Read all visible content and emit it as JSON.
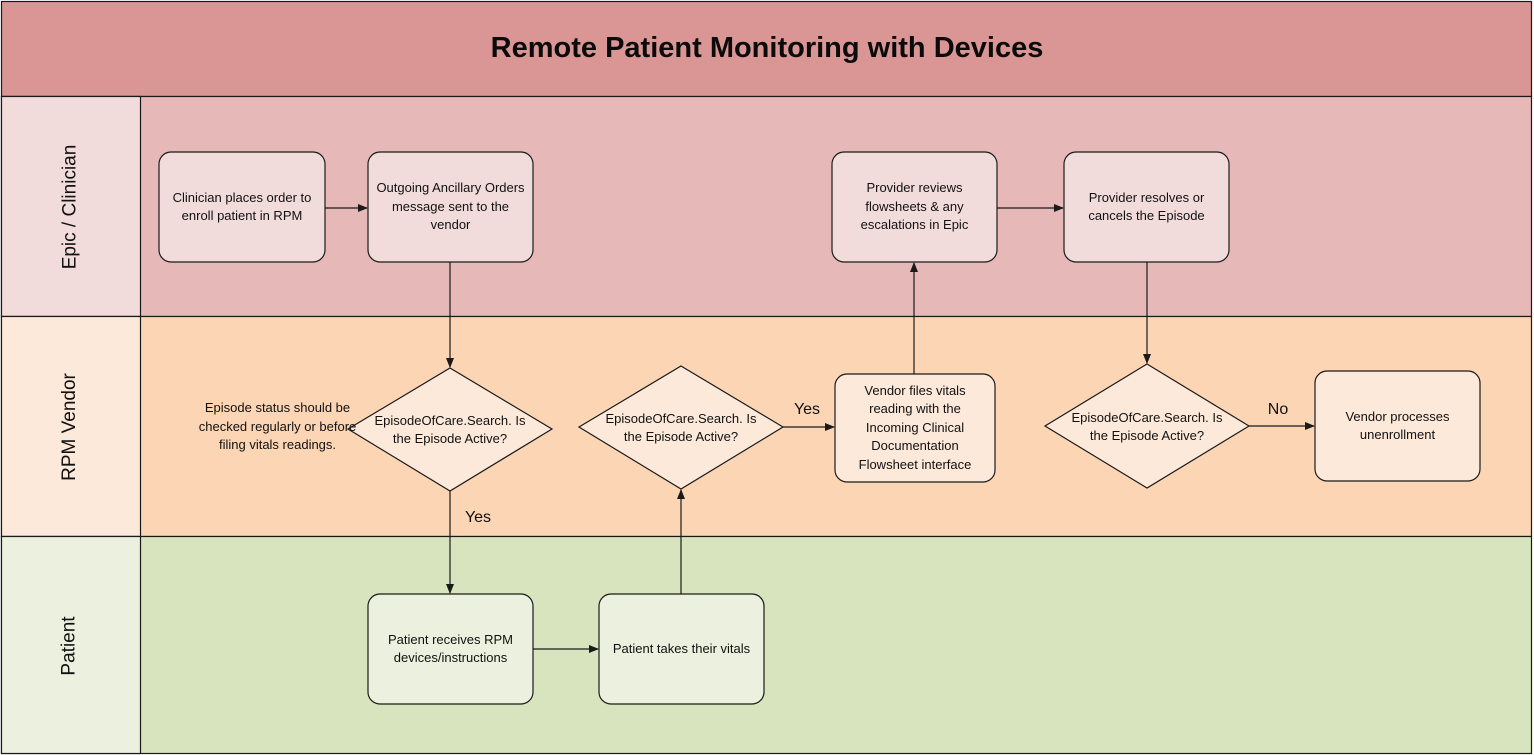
{
  "title": "Remote Patient Monitoring with Devices",
  "lanes": [
    {
      "id": "epic",
      "label": "Epic / Clinician"
    },
    {
      "id": "vendor",
      "label": "RPM Vendor"
    },
    {
      "id": "patient",
      "label": "Patient"
    }
  ],
  "nodes": {
    "order": "Clinician places order to enroll patient in RPM",
    "outgoing": "Outgoing Ancillary Orders message sent to the vendor",
    "provider_review": "Provider reviews flowsheets & any escalations in Epic",
    "provider_resolve": "Provider resolves or cancels the Episode",
    "vendor_files": "Vendor files vitals reading with the Incoming Clinical Documentation Flowsheet interface",
    "vendor_unenroll": "Vendor processes unenrollment",
    "patient_receives": "Patient receives RPM devices/instructions",
    "patient_vitals": "Patient takes their vitals"
  },
  "decisions": {
    "d1": "EpisodeOfCare.Search. Is the Episode Active?",
    "d2": "EpisodeOfCare.Search. Is the Episode Active?",
    "d3": "EpisodeOfCare.Search. Is the Episode Active?"
  },
  "note": "Episode status should be checked regularly or before filing vitals readings.",
  "edge_labels": {
    "d1_yes": "Yes",
    "d2_yes": "Yes",
    "d3_no": "No"
  },
  "colors": {
    "title_band": "#d99694",
    "epic_lane": "#e6b9b8",
    "epic_header": "#f2dcdb",
    "vendor_lane": "#fcd5b5",
    "vendor_header": "#fde9d9",
    "patient_lane": "#d7e4bd",
    "patient_header": "#ebf1de",
    "epic_node": "#f2dcdb",
    "vendor_node": "#fde9d9",
    "patient_node": "#ebf1de",
    "stroke": "#1a1a1a"
  }
}
